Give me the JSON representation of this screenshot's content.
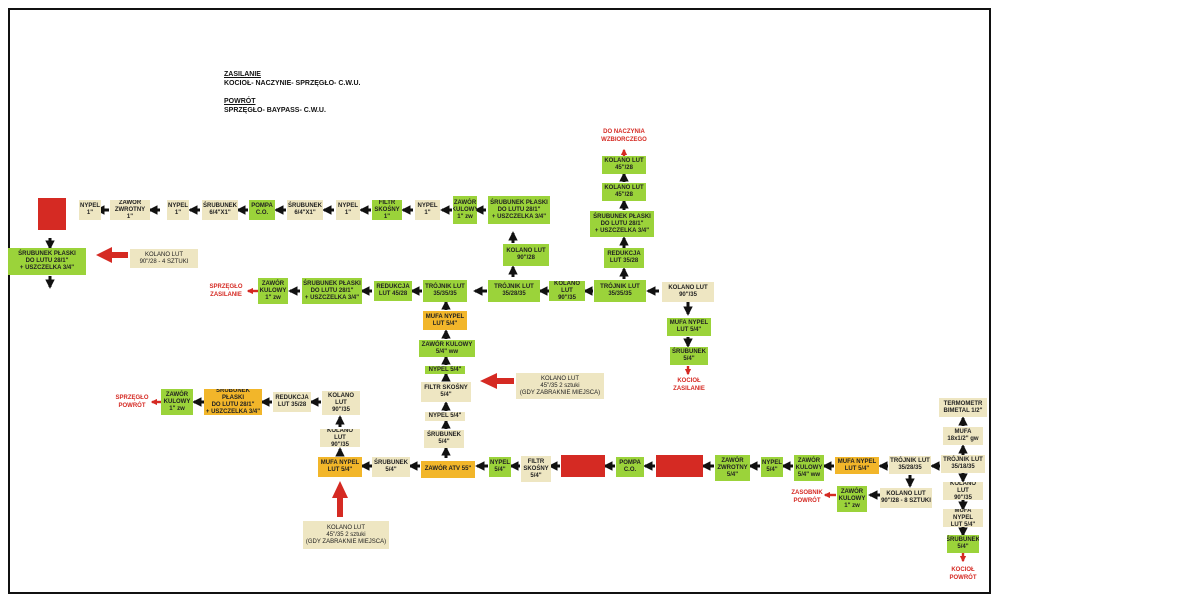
{
  "legend": {
    "supply_title": "ZASILANIE",
    "supply_route": "KOCIOŁ- NACZYNIE- SPRZĘGŁO- C.W.U.",
    "return_title": "POWRÓT",
    "return_route": "SPRZĘGŁO- BAYPASS- C.W.U."
  },
  "colors": {
    "green": "#9bd33a",
    "beige": "#eee6c2",
    "orange": "#f2b62a",
    "red": "#d52a23",
    "arrow": "#111111"
  },
  "nodes": {
    "top_red": "",
    "srub_left": "ŚRUBUNEK PŁASKI\nDO LUTU 28/1\"\n+ USZCZELKA 3/4\"",
    "kolano_left_note": "KOLANO LUT\n90\"/28 - 4 SZTUKI",
    "nypel_a": "NYPEL\n1\"",
    "zawor_zwrotny_a": "ZAWÓR\nZWROTNY 1\"",
    "nypel_b": "NYPEL\n1\"",
    "srubunek_a": "ŚRUBUNEK\n6/4\"X1\"",
    "pompa_a": "POMPA\nC.O.",
    "srubunek_b": "ŚRUBUNEK\n6/4\"X1\"",
    "nypel_c": "NYPEL\n1\"",
    "filtr_a": "FILTR\nSKOŚNY 1\"",
    "nypel_d": "NYPEL\n1\"",
    "zawor_kul_a": "ZAWÓR\nKULOWY\n1\" zw",
    "srub_plaski_a": "ŚRUBUNEK PŁASKI\nDO LUTU 28/1\"\n+ USZCZELKA 3/4\"",
    "kolano_90_28_a": "KOLANO LUT\n90\"/28",
    "trojnik_a": "TRÓJNIK LUT\n35/28/35",
    "kolano_90_35_a": "KOLANO LUT\n90\"/35",
    "trojnik_b": "TRÓJNIK LUT\n35/35/35",
    "redukcja_a": "REDUKCJA\nLUT 35/28",
    "srub_plaski_b": "ŚRUBUNEK PŁASKI\nDO LUTU 28/1\"\n+ USZCZELKA 3/4\"",
    "kolano_45_a": "KOLANO LUT\n45\"/28",
    "kolano_45_b": "KOLANO LUT\n45\"/28",
    "do_naczynia": "DO NACZYNIA\nWZBIORCZEGO",
    "kolano_90_35_b": "KOLANO LUT\n90\"/35",
    "mufa_a": "MUFA NYPEL\nLUT 5/4\"",
    "srubunek_c": "ŚRUBUNEK\n5/4\"",
    "kociol_zasilanie": "KOCIOŁ\nZASILANIE",
    "trojnik_c": "TRÓJNIK LUT\n35/35/35",
    "redukcja_b": "REDUKCJA\nLUT 45/28",
    "srub_plaski_c": "ŚRUBUNEK PŁASKI\nDO LUTU 28/1\"\n+ USZCZELKA 3/4\"",
    "zawor_kul_b": "ZAWÓR\nKULOWY\n1\" zw",
    "sprzeglo_zasilanie": "SPRZĘGŁO\nZASILANIE",
    "mufa_b": "MUFA NYPEL\nLUT 5/4\"",
    "zawor_kul_c": "ZAWÓR KULOWY\n5/4\" ww",
    "nypel_e": "NYPEL 5/4\"",
    "filtr_b": "FILTR SKOŚNY\n5/4\"",
    "nypel_f": "NYPEL 5/4\"",
    "srubunek_d": "ŚRUBUNEK\n5/4\"",
    "kolano_note_a": "KOLANO LUT\n45\"/35  2 sztuki\n(GDY ZABRAKNIE MIEJSCA)",
    "zawor_atv": "ZAWÓR ATV 55\"",
    "srubunek_e": "ŚRUBUNEK\n5/4\"",
    "mufa_c": "MUFA NYPEL\nLUT 5/4\"",
    "kolano_90_35_c": "KOLANO LUT\n90\"/35",
    "kolano_90_35_d": "KOLANO LUT\n90\"/35",
    "redukcja_c": "REDUKCJA\nLUT 35/28",
    "srub_plaski_d": "ŚRUBUNEK PŁASKI\nDO LUTU 28/1\"\n+ USZCZELKA 3/4\"",
    "zawor_kul_d": "ZAWÓR\nKULOWY\n1\" zw",
    "sprzeglo_powrot": "SPRZĘGŁO\nPOWRÓT",
    "kolano_note_b": "KOLANO LUT\n45\"/35  2 sztuki\n(GDY ZABRAKNIE MIEJSCA)",
    "nypel_g": "NYPEL\n5/4\"",
    "filtr_c": "FILTR\nSKOŚNY\n5/4\"",
    "red_mid_a": "",
    "pompa_b": "POMPA\nC.O.",
    "red_mid_b": "",
    "zawor_zwrotny_b": "ZAWÓR\nZWROTNY\n5/4\"",
    "nypel_h": "NYPEL\n5/4\"",
    "zawor_kul_e": "ZAWÓR\nKULOWY\n5/4\" ww",
    "mufa_d": "MUFA NYPEL\nLUT 5/4\"",
    "trojnik_d": "TRÓJNIK LUT\n35/28/35",
    "trojnik_e": "TRÓJNIK LUT\n35/18/35",
    "mufa_e": "MUFA\n18x1/2\" gw",
    "termometr": "TERMOMETR\nBIMETAL 1/2\"",
    "kolano_90_35_e": "KOLANO LUT\n90\"/35",
    "mufa_f": "MUFA NYPEL\nLUT 5/4\"",
    "srubunek_f": "ŚRUBUNEK\n5/4\"",
    "kociol_powrot": "KOCIOŁ\nPOWRÓT",
    "kolano_90_28_b": "KOLANO LUT\n90\"/28 - 8 SZTUKI",
    "zawor_kul_f": "ZAWÓR\nKULOWY\n1\" zw",
    "zasobnik_powrot": "ZASOBNIK\nPOWRÓT"
  }
}
